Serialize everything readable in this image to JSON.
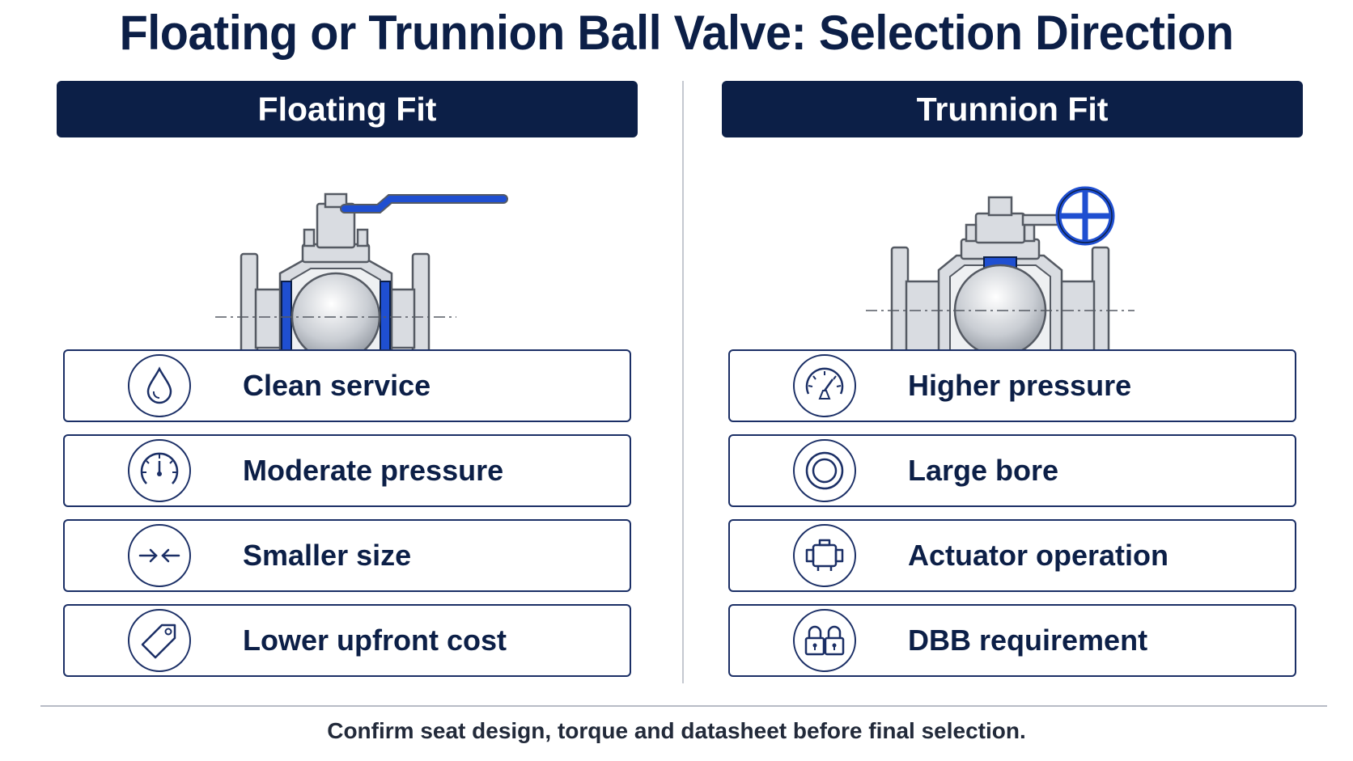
{
  "title": "Floating or Trunnion Ball Valve: Selection Direction",
  "colors": {
    "navy": "#0c1f47",
    "accent_blue": "#1f4fd1",
    "steel": "#d9dce1",
    "outline": "#555a63"
  },
  "floating": {
    "header": "Floating Fit",
    "illustration": "floating-ball-valve-lever",
    "items": [
      {
        "label": "Clean service",
        "icon": "droplet-icon"
      },
      {
        "label": "Moderate pressure",
        "icon": "gauge-icon"
      },
      {
        "label": "Smaller size",
        "icon": "compress-arrows-icon"
      },
      {
        "label": "Lower upfront cost",
        "icon": "price-tag-icon"
      }
    ]
  },
  "trunnion": {
    "header": "Trunnion Fit",
    "illustration": "trunnion-ball-valve-handwheel",
    "items": [
      {
        "label": "Higher pressure",
        "icon": "pressure-gauge-icon"
      },
      {
        "label": "Large bore",
        "icon": "bore-rings-icon"
      },
      {
        "label": "Actuator operation",
        "icon": "actuator-icon"
      },
      {
        "label": "DBB requirement",
        "icon": "double-lock-icon"
      }
    ]
  },
  "footer": "Confirm seat design, torque and datasheet before final selection."
}
